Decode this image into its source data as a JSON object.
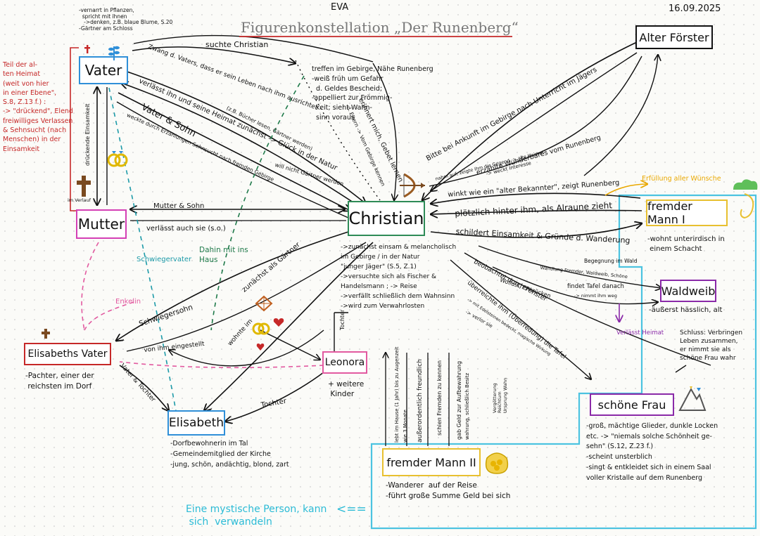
{
  "header": {
    "author": "EVA",
    "title": "Figurenkonstellation „Der Runenberg“",
    "date": "16.09.2025"
  },
  "nodes": {
    "vater": "Vater",
    "mutter": "Mutter",
    "christian": "Christian",
    "alter_foerster": "Alter  Förster",
    "fremder_mann_1": "fremder Mann I",
    "waldweib": "Waldweib",
    "schoene_frau": "schöne   Frau",
    "fremder_mann_2": "fremder Mann II",
    "elisabeth": "Elisabeth",
    "elisabeths_vater": "Elisabeths Vater",
    "leonora": "Leonora"
  },
  "notes": {
    "vater_top": "-vernarrt in Pflanzen,\n  spricht mit ihnen\n   ->denken, z.B. blaue Blume, S.20\n-Gärtner am Schloss",
    "heimat_red": "Teil der al-\nten Heimat\n(weit von hier\nin einer Ebene\",\nS.8, Z.13 f.) :\n-> \"drückend\", Elend\nfreiwilliges Verlassen\n& Sehnsucht (nach\nMenschen) in der\nEinsamkeit",
    "foerster_meet": "treffen im Gebirge, Nähe Runenberg\n-weiß früh um Gefahr\n  d. Geldes Bescheid;\n-appelliert zur Frömmig-\n  keit; sieht Wahn-\n  sinn voraus",
    "christian_desc": "->zunächst einsam & melancholisch\nim Gebirge / in der Natur\n\"junger Jäger\" (S.5, Z.1)\n->versuchte sich als Fischer &\nHandelsmann ; -> Reise\n->verfällt schließlich dem Wahnsinn\n->wird zum Verwahrlosten",
    "fm1_desc": "-wohnt unterirdisch in\n einem Schacht",
    "waldweib_desc": "-äußerst hässlich, alt",
    "schluss": "Schluss: Verbringen\nLeben zusammen,\ner nimmt sie als\nschöne Frau wahr",
    "schoene_frau_desc": "-groß, mächtige Glieder, dunkle Locken\netc. -> \"niemals solche Schönheit ge-\nsehn\" (S.12, Z.23 f.)\n-scheint unsterblich\n-singt & entkleidet sich in einem Saal\nvoller Kristalle auf dem Runenberg",
    "fm2_desc": "-Wanderer  auf der Reise\n-führt große Summe Geld bei sich",
    "elisabeth_desc": "-Dorfbewohnerin im Tal\n-Gemeindemitglied der Kirche\n-jung, schön, andächtig, blond, zart",
    "elisabeths_vater_desc": "-Pachter, einer der\n reichsten im Dorf",
    "leonora_kids": "+ weitere\n Kinder",
    "mystic": "Eine mystische Person, kann\n sich  verwandeln",
    "mystic_arrow": "<=="
  },
  "labels": {
    "vater_zwang": "Zwang d. Vaters, dass er sein Leben nach ihm ausrichtet",
    "suchte_christian": "suchte Christian",
    "verlaesst_ihn": "verlässt ihn und seine Heimat zunächst -> Glück in der Natur",
    "buecher": "(z.B. Bücher lesen, Gärtner werden)",
    "vater_sohn": "Vater & Sohn",
    "weckte": "weckte durch Erzählungen Sehnsucht nach fremden Gebirge",
    "will_nicht": "will nicht Gärtner werden",
    "mutter_sohn": "Mutter & Sohn",
    "verlaesst_auch_sie": "verlässt auch sie (s.o.)",
    "erinnert": "erinnert mich, Gebet lernen",
    "eltern": "d. Eltern -> Vom Gebirge kennen",
    "bitte": "Bitte bei Ankunft im Gebirge nach Unterricht im Jägers",
    "nahm_auf": "nahm auf, zeigte ihm die Gegend -> alte Heimat",
    "erzaehlte": "erzählte Wunderbares vom Runenberg",
    "weckt_interesse": "-> weckt Interesse",
    "winkt": "winkt wie ein \"alter Bekannter\", zeigt Runenberg",
    "ploetzlich": "plötzlich hinter ihm, als Alraune zieht",
    "schildert": "schildert Einsamkeit & Gründe d. Wanderung",
    "begegnung": "Begegnung im Wald",
    "wandlung": "Wandlung Fremder, Waldweib, Schöne",
    "findet_tafel": "findet Tafel danach",
    "nimmt_ihm": "-> nimmt ihm weg",
    "verlaesst_heimat": "Verlässt Heimat",
    "erfuellung": "Erfüllung  aller  Wünsche",
    "beobachtet": "beobachtet durch Fenster",
    "wollust": "Wollust, Entzücken",
    "ueberreichte": "überreichte ihm (Überredung) die Tafel",
    "leuchtete": "-> mit Edelsteinen bedeckt, magische Wirkung",
    "verlor_sie": "-> verlor sie",
    "dreiundfuenfzig": "lebt im Hause (1 Jahr) bis zu Augenzeit",
    "wie_3_monate": "wie 3 Monate",
    "ausserordentlich": "außerordentlich freundlich",
    "schien": "schien Fremden zu kennen",
    "gab_geld": "gab Geld zur Aufbewahrung",
    "wahrung": "wahrung, schließlich Besitz",
    "vergoetterung": "Vergötterung\nReichtum\nUrsprung Wahn",
    "dahin_mit": "Dahin mit ins\nHaus",
    "schwiegervater": "Schwiegervater",
    "schwiegersohn": "Schwiegersohn",
    "enkelin": "Enkelin",
    "zunaechst_gaertner": "zunächst als Gärtner",
    "wohnte_im": "wohnte im",
    "von_ihm": "von ihm eingestellt",
    "vater_tochter": "Vater & Tochter",
    "tochter1": "Tochter",
    "tochter2": "Tochter",
    "drueckende_einsamkeit": "drückende Einsamkeit",
    "im_verlauf": "im Verlauf"
  },
  "colors": {
    "vater": "#2f8fd8",
    "mutter": "#d43fb5",
    "christian": "#2e8b57",
    "black": "#111111",
    "fremder_mann_1": "#e8c030",
    "waldweib": "#8a2aa8",
    "schoene_frau": "#8a2aa8",
    "fremder_mann_2": "#e8c030",
    "elisabeth": "#2f8fd8",
    "elisabeths_vater": "#c62828",
    "leonora": "#e25aa0",
    "region": "#4cc3e0",
    "heimat": "#c62828"
  },
  "icons": [
    "cross-icon",
    "plant-icon",
    "wedding-rings-icon",
    "bow-and-arrow-icon",
    "crystal-icon",
    "gold-coins-icon",
    "mountain-icon",
    "cloud-icon",
    "heart-icon"
  ]
}
